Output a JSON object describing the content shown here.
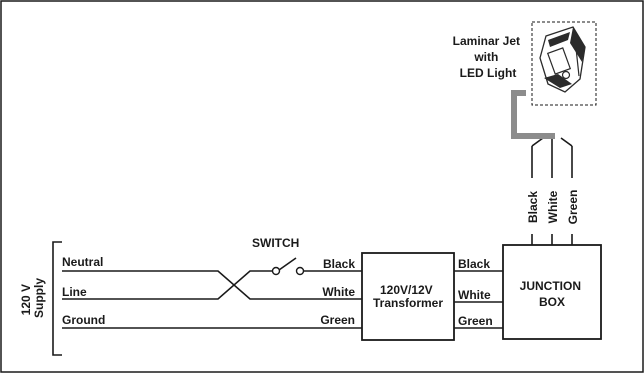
{
  "supply": {
    "label_line1": "120 V",
    "label_line2": "Supply",
    "neutral": "Neutral",
    "line": "Line",
    "ground": "Ground"
  },
  "switch": {
    "label": "SWITCH"
  },
  "transformer": {
    "line1": "120V/12V",
    "line2": "Transformer",
    "in_black": "Black",
    "in_white": "White",
    "in_green": "Green",
    "out_black": "Black",
    "out_white": "White",
    "out_green": "Green"
  },
  "junction_box": {
    "line1": "JUNCTION",
    "line2": "BOX",
    "top_black": "Black",
    "top_white": "White",
    "top_green": "Green"
  },
  "laminar_jet": {
    "line1": "Laminar Jet",
    "line2": "with",
    "line3": "LED Light"
  },
  "colors": {
    "ink": "#1a1a1a",
    "conduit": "#8c8c8c",
    "device_dark": "#2b2b2b",
    "background": "#ffffff"
  },
  "icons": [
    "laminar-jet-device-icon",
    "switch-icon"
  ]
}
